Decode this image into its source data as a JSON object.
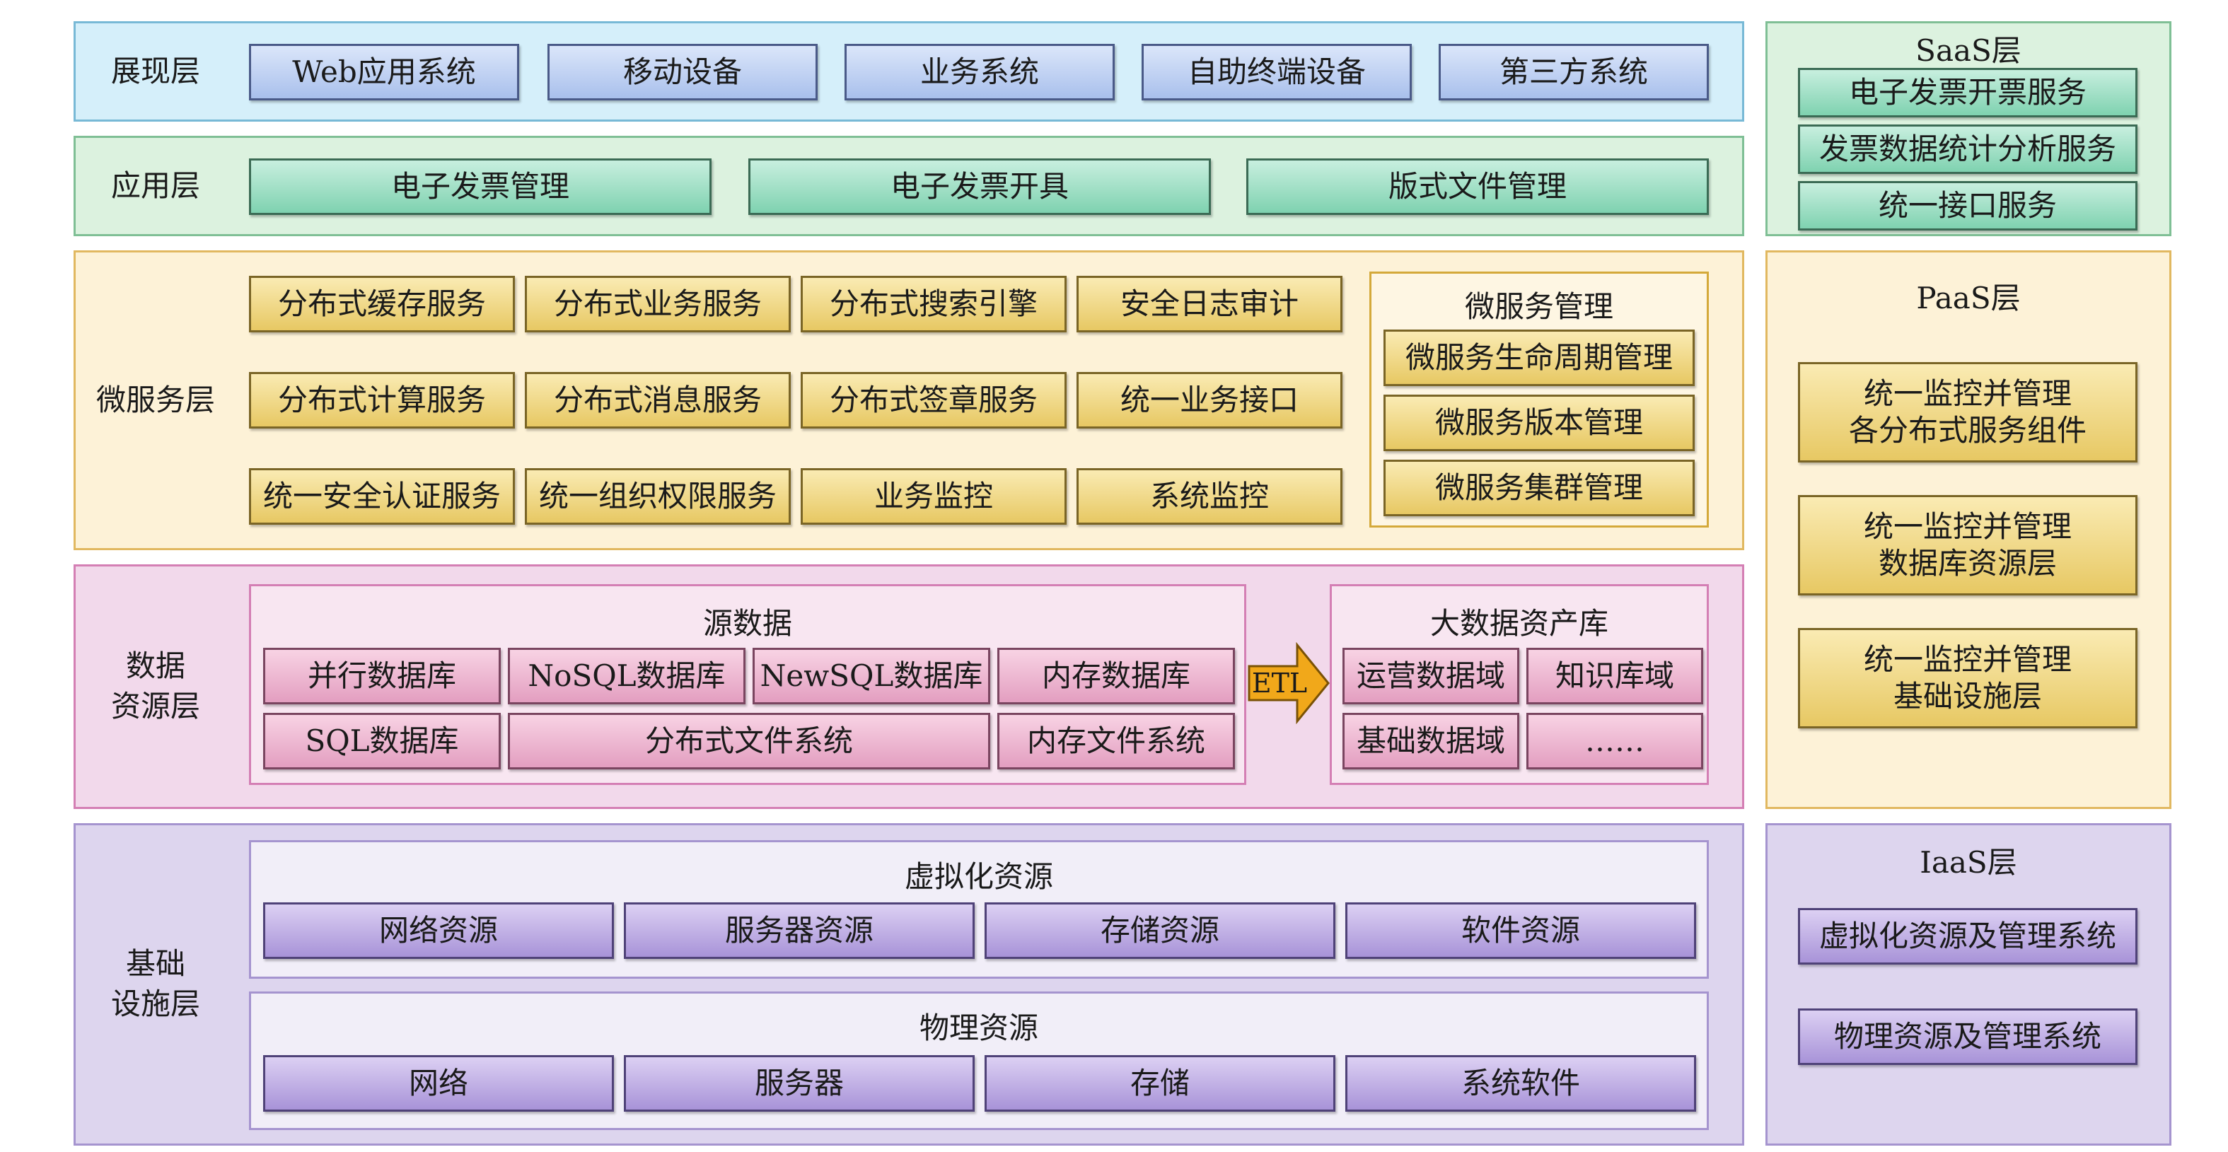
{
  "main": {
    "presentation": {
      "label": "展现层",
      "items": [
        "Web应用系统",
        "移动设备",
        "业务系统",
        "自助终端设备",
        "第三方系统"
      ]
    },
    "application": {
      "label": "应用层",
      "items": [
        "电子发票管理",
        "电子发票开具",
        "版式文件管理"
      ]
    },
    "microservice": {
      "label": "微服务层",
      "items": [
        "分布式缓存服务",
        "分布式业务服务",
        "分布式搜索引擎",
        "安全日志审计",
        "分布式计算服务",
        "分布式消息服务",
        "分布式签章服务",
        "统一业务接口",
        "统一安全认证服务",
        "统一组织权限服务",
        "业务监控",
        "系统监控"
      ],
      "management": {
        "title": "微服务管理",
        "items": [
          "微服务生命周期管理",
          "微服务版本管理",
          "微服务集群管理"
        ]
      }
    },
    "data_resource": {
      "label": "数据\n资源层",
      "source": {
        "title": "源数据",
        "items": [
          "并行数据库",
          "NoSQL数据库",
          "NewSQL数据库",
          "内存数据库",
          "SQL数据库",
          "分布式文件系统",
          "内存文件系统"
        ]
      },
      "etl_label": "ETL",
      "asset": {
        "title": "大数据资产库",
        "items": [
          "运营数据域",
          "知识库域",
          "基础数据域",
          "……"
        ]
      }
    },
    "infrastructure": {
      "label": "基础\n设施层",
      "virtual": {
        "title": "虚拟化资源",
        "items": [
          "网络资源",
          "服务器资源",
          "存储资源",
          "软件资源"
        ]
      },
      "physical": {
        "title": "物理资源",
        "items": [
          "网络",
          "服务器",
          "存储",
          "系统软件"
        ]
      }
    }
  },
  "side": {
    "saas": {
      "title": "SaaS层",
      "items": [
        "电子发票开票服务",
        "发票数据统计分析服务",
        "统一接口服务"
      ]
    },
    "paas": {
      "title": "PaaS层",
      "items": [
        "统一监控并管理\n各分布式服务组件",
        "统一监控并管理\n数据库资源层",
        "统一监控并管理\n基础设施层"
      ]
    },
    "iaas": {
      "title": "IaaS层",
      "items": [
        "虚拟化资源及管理系统",
        "物理资源及管理系统"
      ]
    }
  },
  "colors": {
    "presentation_bg": "#d5effa",
    "application_bg": "#dcf2df",
    "microservice_bg": "#fdf2d7",
    "data_bg": "#f2d9eb",
    "infrastructure_bg": "#ddd5ee",
    "etl_arrow": "#f1a81a"
  }
}
